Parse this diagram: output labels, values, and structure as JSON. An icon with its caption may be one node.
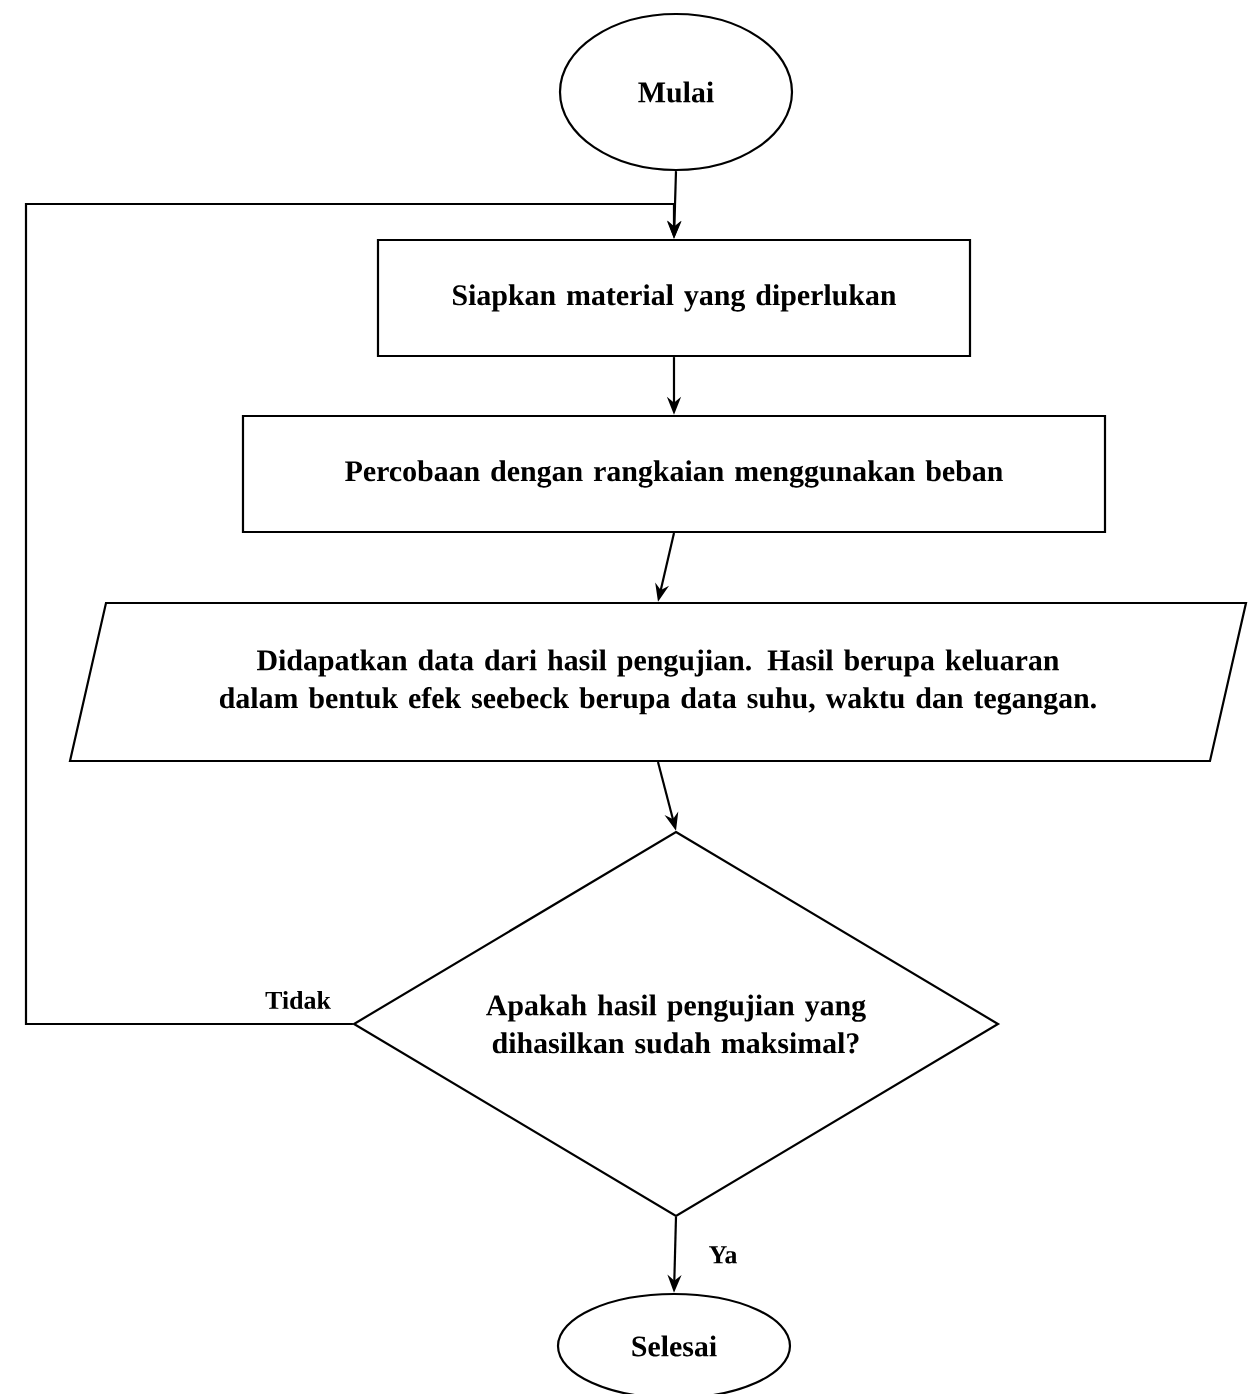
{
  "diagram": {
    "nodes": [
      {
        "text": [
          "Mulai"
        ]
      },
      {
        "text": [
          "Siapkan material yang diperlukan"
        ]
      },
      {
        "text": [
          "Percobaan dengan rangkaian menggunakan beban"
        ]
      },
      {
        "text": [
          "Didapatkan data dari hasil pengujian. Hasil berupa keluaran dalam bentuk efek seebeck berupa data suhu, waktu dan tegangan."
        ]
      },
      {
        "text": [
          "Apakah hasil pengujian yang dihasilkan sudah maksimal?"
        ]
      },
      {
        "text": [
          "Selesai"
        ]
      }
    ],
    "edges": [
      {
        "from": 0,
        "to": 1,
        "arrow": "to"
      },
      {
        "from": 1,
        "to": 2,
        "arrow": "to"
      },
      {
        "from": 2,
        "to": 3,
        "arrow": "to"
      },
      {
        "from": 3,
        "to": 4,
        "arrow": "to"
      },
      {
        "from": 4,
        "to": 5,
        "arrow": "to",
        "label": "Ya"
      },
      {
        "from": 4,
        "to": 1,
        "arrow": "to",
        "label": "Tidak"
      }
    ]
  }
}
